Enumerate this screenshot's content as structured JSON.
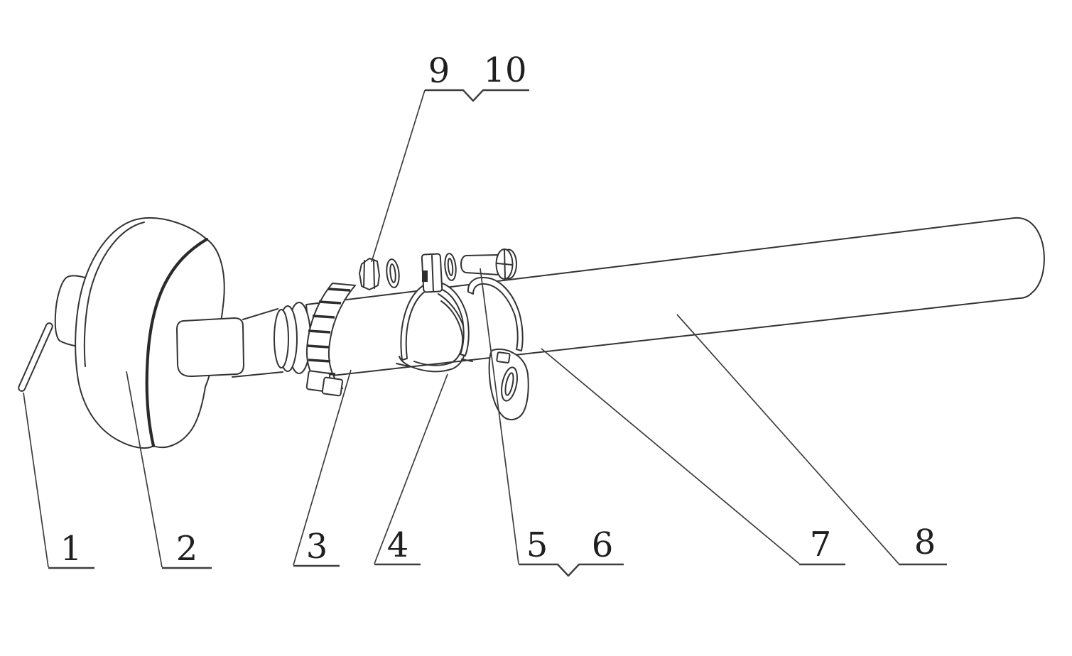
{
  "figure": {
    "background": "#ffffff",
    "stroke_color": "#333333",
    "label_color": "#1f1f1f",
    "labels": [
      {
        "text": "1"
      },
      {
        "text": "2"
      },
      {
        "text": "3"
      },
      {
        "text": "4"
      },
      {
        "text": "5"
      },
      {
        "text": "6"
      },
      {
        "text": "7"
      },
      {
        "text": "8"
      },
      {
        "text": "9"
      },
      {
        "text": "10"
      }
    ]
  }
}
